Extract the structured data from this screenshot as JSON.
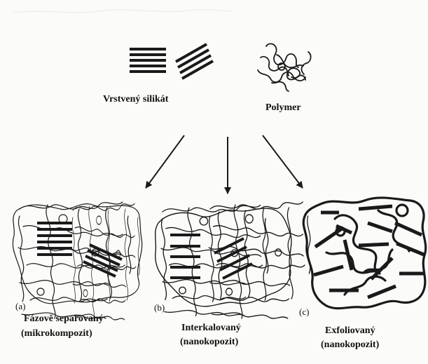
{
  "figure": {
    "source_label": "Vrstvený silikát",
    "polymer_label": "Polymer",
    "panels": [
      {
        "letter": "(a)",
        "line1": "Fázově separovaný",
        "line2": "(mikrokompozit)"
      },
      {
        "letter": "(b)",
        "line1": "Interkalovaný",
        "line2": "(nanokopozit)"
      },
      {
        "letter": "(c)",
        "line1": "Exfoliovaný",
        "line2": "(nanokopozit)"
      }
    ]
  },
  "colors": {
    "ink": "#1a1a1a",
    "background": "#fbfbf9"
  }
}
